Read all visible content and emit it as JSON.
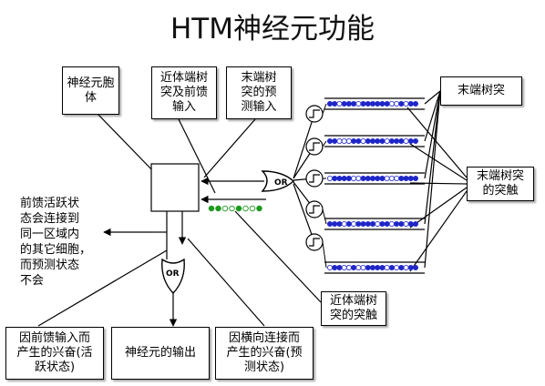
{
  "title": "HTM神经元功能",
  "labels": {
    "cell_body": "神经元胞\n体",
    "proximal_input": "近体端树\n突及前馈\n输入",
    "distal_input": "末端树\n突的预\n测输入",
    "distal_dendrites": "末端树突",
    "distal_synapses": "末端树突\n的突触",
    "proximal_synapses": "近体端树\n突的突触",
    "feedforward_state": "因前馈输入而\n产生的兴奋(活\n跃状态)",
    "output": "神经元的输出",
    "lateral_state": "因横向连接而\n产生的兴奋(预\n测状态)",
    "side_note": "前馈活跃状\n态会连接到\n同一区域内\n的其它细胞，\n而预测状态\n不会"
  },
  "gates": {
    "dendrite_or": "OR",
    "output_or": "OR"
  },
  "segments": [
    {
      "synapses": [
        1,
        1,
        0,
        1,
        1,
        1,
        0,
        1,
        1,
        1,
        1,
        1,
        1,
        0,
        0,
        1,
        0,
        1,
        1
      ]
    },
    {
      "synapses": [
        1,
        1,
        0,
        0,
        0,
        1,
        1,
        0,
        1,
        1,
        1,
        1,
        0,
        1,
        1,
        1,
        0,
        1,
        1
      ]
    },
    {
      "synapses": [
        0,
        1,
        1,
        1,
        1,
        0,
        0,
        1,
        1,
        1,
        1,
        1,
        0,
        0,
        0,
        1,
        1,
        1,
        1
      ]
    },
    {
      "synapses": [
        1,
        1,
        1,
        0,
        1,
        0,
        1,
        1,
        1,
        1,
        0,
        1,
        1,
        0,
        1,
        1,
        0,
        1,
        1
      ]
    },
    {
      "synapses": [
        0,
        1,
        1,
        0,
        0,
        1,
        0,
        0,
        1,
        1,
        1,
        1,
        0,
        1,
        0,
        1,
        0,
        1,
        1
      ]
    }
  ],
  "proximal_synapses": [
    1,
    1,
    0,
    0,
    1,
    0,
    0,
    1
  ],
  "colors": {
    "active_synapse": "#1f27c8",
    "inactive_synapse": "#ffffff",
    "proximal_active": "#1e9a1e",
    "line": "#000000"
  }
}
